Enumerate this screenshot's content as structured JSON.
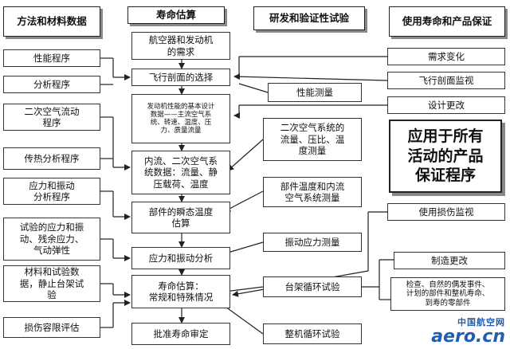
{
  "headers": {
    "methods": "方法和材料数据",
    "life_estimate": "寿命估算",
    "rd_tests": "研发和验证性试验",
    "service": "使用寿命和产品保证"
  },
  "center": {
    "requirements": "航空器和发动机\n的需求",
    "flight_profile": "飞行剖面的选择",
    "engine_data": "发动机性能的基本设计\n数据——主流空气系\n统、转速、温度、压\n力、质量流量",
    "flow_data": "内流、二次空气系\n统数据：流量、静\n压载荷、温度",
    "transient_temp": "部件的瞬态温度\n估算",
    "stress_vib": "应力和振动分析",
    "life_calc": "寿命估算：\n常规和特殊情况",
    "approval": "批准寿命审定"
  },
  "left": {
    "performance_prog": "性能程序",
    "analysis_prog": "分析程序",
    "secondary_air_prog": "二次空气流动\n程序",
    "heat_transfer_prog": "传热分析程序",
    "stress_vib_prog": "应力和振动\n分析程序",
    "test_stress": "试验的应力和振\n动、残余应力、\n气动弹性",
    "material_data": "材料和试验数\n据，静止台架试\n验",
    "damage_tolerance": "损伤容限评估"
  },
  "tests": {
    "perf_measure": "性能测量",
    "secondary_measure": "二次空气系统的\n流量、压比、温\n度测量",
    "temp_measure": "部件温度和内流\n空气系统测量",
    "vib_measure": "振动应力测量",
    "bench_cycle": "台架循环试验",
    "engine_cycle": "整机循环试验"
  },
  "service": {
    "req_change": "需求变化",
    "profile_monitor": "飞行剖面监视",
    "design_change": "设计更改",
    "big_box": "应用于所有\n活动的产品\n保证程序",
    "damage_monitor": "使用损伤监视",
    "mfg_change": "制造更改",
    "inspection": "检查、自然的偶发事件、\n计划的部件和整机寿命、\n到寿的零部件"
  },
  "watermark": {
    "cn": "中国航空网",
    "en": "aero.cn"
  }
}
